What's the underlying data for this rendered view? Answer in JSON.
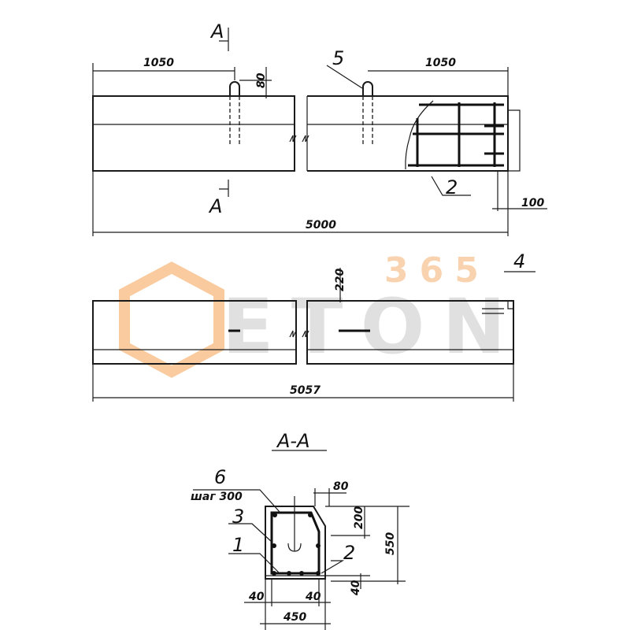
{
  "watermark": {
    "brand": "ETON",
    "number": "365",
    "colors": {
      "orange": "#f5a050",
      "gray": "#c8c8c8"
    }
  },
  "plan_view": {
    "section_mark": "A",
    "dims": {
      "left_loop": "1050",
      "right_loop": "1050",
      "loop_height": "80",
      "end_offset": "100",
      "total_length": "5000"
    },
    "labels": {
      "loop": "5",
      "cage": "2"
    }
  },
  "side_view": {
    "dims": {
      "loop_offset": "220",
      "total_length": "5057"
    },
    "labels": {
      "embedded": "4"
    }
  },
  "section": {
    "title": "A-A",
    "labels": {
      "stirrup": "6",
      "stirrup_spacing": "шаг 300",
      "side_bar": "3",
      "bottom_bar": "1",
      "cage": "2"
    },
    "dims": {
      "chamfer_width": "80",
      "chamfer_height": "200",
      "height": "550",
      "slab": "40",
      "cover_left": "40",
      "cover_right": "40",
      "width": "450"
    }
  }
}
